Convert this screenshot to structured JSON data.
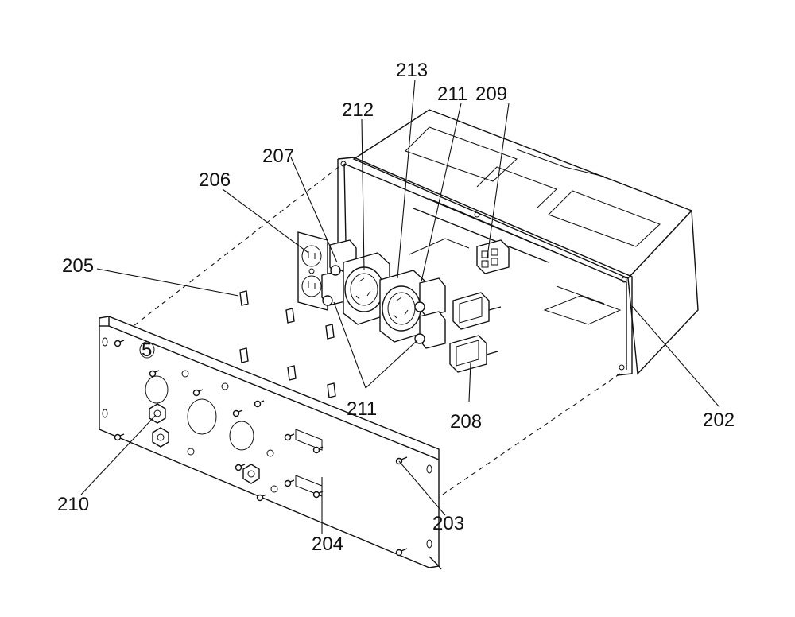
{
  "callouts": {
    "c202": "202",
    "c203": "203",
    "c204": "204",
    "c205": "205",
    "c5": "5",
    "c206": "206",
    "c207": "207",
    "c208": "208",
    "c209": "209",
    "c210": "210",
    "c211_top": "211",
    "c211_bottom": "211",
    "c212": "212",
    "c213": "213"
  }
}
